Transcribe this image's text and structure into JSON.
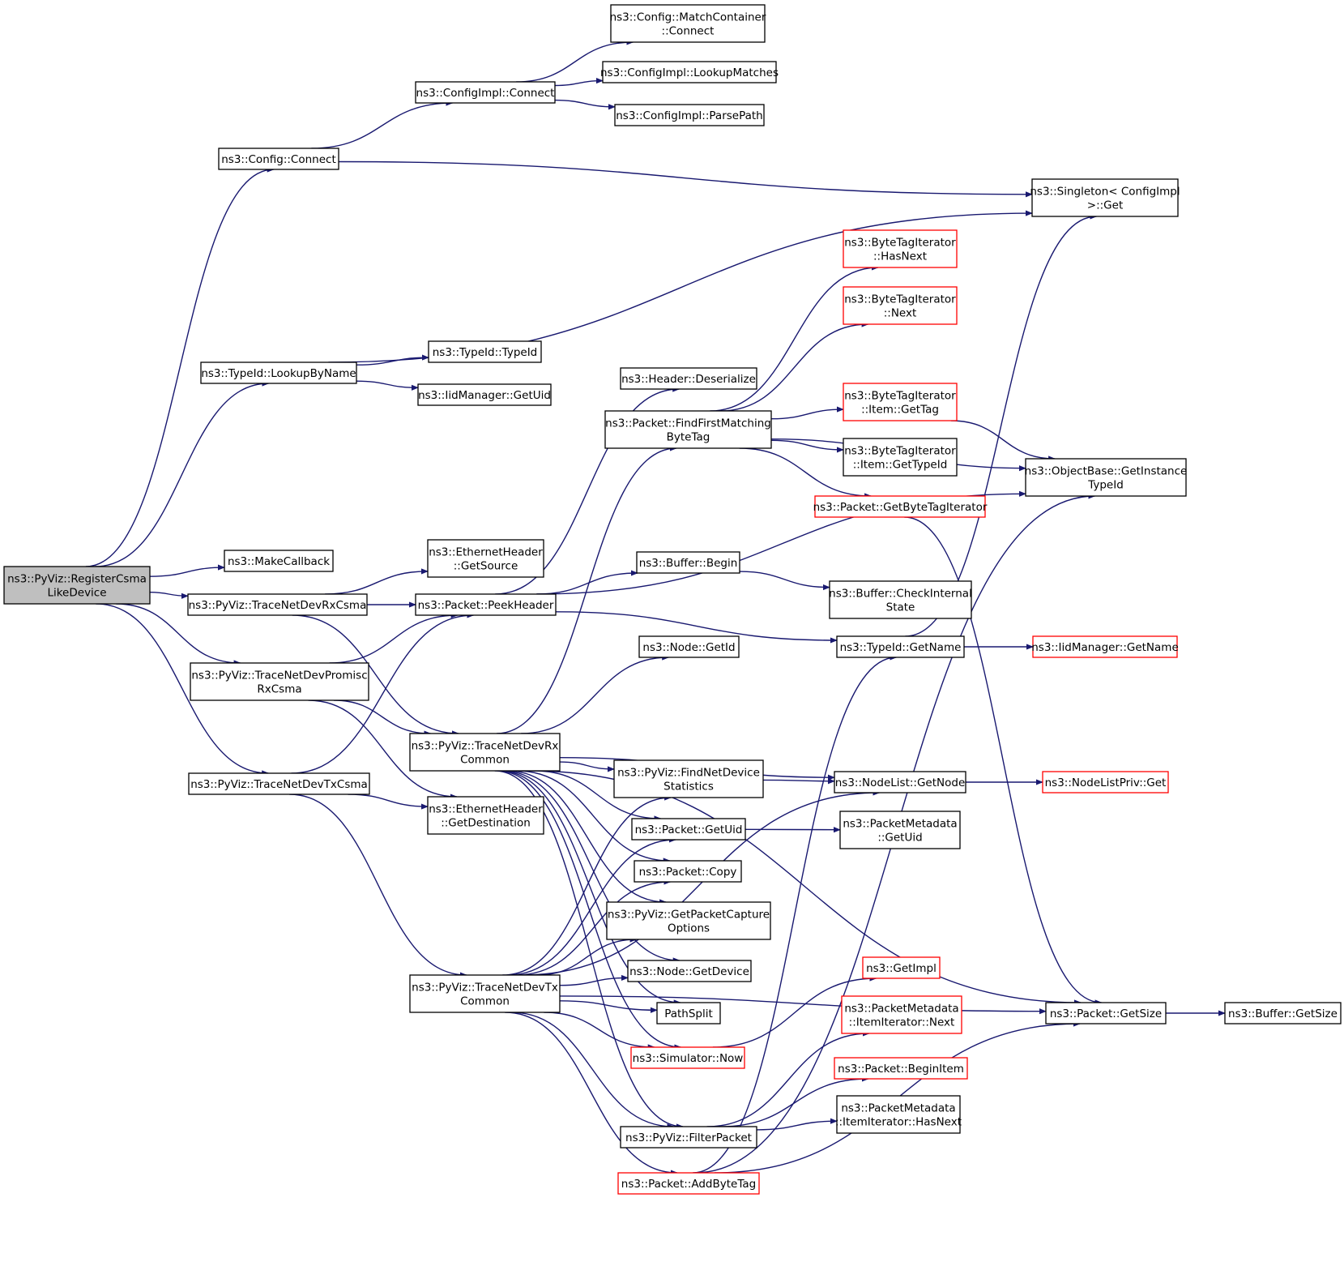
{
  "colors": {
    "edge": "#191970",
    "root_fill": "#bfbfbf",
    "red_border": "#ff0000",
    "border": "#000000"
  },
  "nodes": [
    {
      "id": "root",
      "lines": [
        "ns3::PyViz::RegisterCsma",
        "LikeDevice"
      ],
      "style": "root"
    },
    {
      "id": "cfg_connect",
      "lines": [
        "ns3::Config::Connect"
      ]
    },
    {
      "id": "cfgimpl_connect",
      "lines": [
        "ns3::ConfigImpl::Connect"
      ]
    },
    {
      "id": "mc_connect",
      "lines": [
        "ns3::Config::MatchContainer",
        "::Connect"
      ]
    },
    {
      "id": "lookupmatches",
      "lines": [
        "ns3::ConfigImpl::LookupMatches"
      ]
    },
    {
      "id": "parsepath",
      "lines": [
        "ns3::ConfigImpl::ParsePath"
      ]
    },
    {
      "id": "singleton_get",
      "lines": [
        "ns3::Singleton< ConfigImpl",
        " >::Get"
      ]
    },
    {
      "id": "lookupbyname",
      "lines": [
        "ns3::TypeId::LookupByName"
      ]
    },
    {
      "id": "typeid_typeid",
      "lines": [
        "ns3::TypeId::TypeId"
      ]
    },
    {
      "id": "iid_getuid",
      "lines": [
        "ns3::IidManager::GetUid"
      ]
    },
    {
      "id": "bti_hasnext",
      "lines": [
        "ns3::ByteTagIterator",
        "::HasNext"
      ],
      "style": "red"
    },
    {
      "id": "bti_next",
      "lines": [
        "ns3::ByteTagIterator",
        "::Next"
      ],
      "style": "red"
    },
    {
      "id": "hdr_deser",
      "lines": [
        "ns3::Header::Deserialize"
      ]
    },
    {
      "id": "findfirst",
      "lines": [
        "ns3::Packet::FindFirstMatching",
        "ByteTag"
      ]
    },
    {
      "id": "bti_gettag",
      "lines": [
        "ns3::ByteTagIterator",
        "::Item::GetTag"
      ],
      "style": "red"
    },
    {
      "id": "bti_gettypeid",
      "lines": [
        "ns3::ByteTagIterator",
        "::Item::GetTypeId"
      ]
    },
    {
      "id": "getinstancetypeid",
      "lines": [
        "ns3::ObjectBase::GetInstance",
        "TypeId"
      ]
    },
    {
      "id": "getbytetagit",
      "lines": [
        "ns3::Packet::GetByteTagIterator"
      ],
      "style": "red"
    },
    {
      "id": "makecallback",
      "lines": [
        "ns3::MakeCallback"
      ]
    },
    {
      "id": "eth_getsource",
      "lines": [
        "ns3::EthernetHeader",
        "::GetSource"
      ]
    },
    {
      "id": "rxcsma",
      "lines": [
        "ns3::PyViz::TraceNetDevRxCsma"
      ]
    },
    {
      "id": "peekheader",
      "lines": [
        "ns3::Packet::PeekHeader"
      ]
    },
    {
      "id": "buf_begin",
      "lines": [
        "ns3::Buffer::Begin"
      ]
    },
    {
      "id": "buf_checkint",
      "lines": [
        "ns3::Buffer::CheckInternal",
        "State"
      ]
    },
    {
      "id": "typeid_getname",
      "lines": [
        "ns3::TypeId::GetName"
      ]
    },
    {
      "id": "iid_getname",
      "lines": [
        "ns3::IidManager::GetName"
      ],
      "style": "red"
    },
    {
      "id": "promisc",
      "lines": [
        "ns3::PyViz::TraceNetDevPromisc",
        "RxCsma"
      ]
    },
    {
      "id": "node_getid",
      "lines": [
        "ns3::Node::GetId"
      ]
    },
    {
      "id": "rxcommon",
      "lines": [
        "ns3::PyViz::TraceNetDevRx",
        "Common"
      ]
    },
    {
      "id": "findnetdev",
      "lines": [
        "ns3::PyViz::FindNetDevice",
        "Statistics"
      ]
    },
    {
      "id": "nodelist_getnode",
      "lines": [
        "ns3::NodeList::GetNode"
      ]
    },
    {
      "id": "nodelistpriv_get",
      "lines": [
        "ns3::NodeListPriv::Get"
      ],
      "style": "red"
    },
    {
      "id": "txcsma",
      "lines": [
        "ns3::PyViz::TraceNetDevTxCsma"
      ]
    },
    {
      "id": "eth_getdest",
      "lines": [
        "ns3::EthernetHeader",
        "::GetDestination"
      ]
    },
    {
      "id": "pkt_getuid",
      "lines": [
        "ns3::Packet::GetUid"
      ]
    },
    {
      "id": "pm_getuid",
      "lines": [
        "ns3::PacketMetadata",
        "::GetUid"
      ]
    },
    {
      "id": "pkt_copy",
      "lines": [
        "ns3::Packet::Copy"
      ]
    },
    {
      "id": "getcaptureopts",
      "lines": [
        "ns3::PyViz::GetPacketCapture",
        "Options"
      ]
    },
    {
      "id": "node_getdevice",
      "lines": [
        "ns3::Node::GetDevice"
      ]
    },
    {
      "id": "txcommon",
      "lines": [
        "ns3::PyViz::TraceNetDevTx",
        "Common"
      ]
    },
    {
      "id": "getimpl",
      "lines": [
        "ns3::GetImpl"
      ],
      "style": "red"
    },
    {
      "id": "pathsplit",
      "lines": [
        "PathSplit"
      ]
    },
    {
      "id": "pm_it_next",
      "lines": [
        "ns3::PacketMetadata",
        "::ItemIterator::Next"
      ],
      "style": "red"
    },
    {
      "id": "pkt_getsize",
      "lines": [
        "ns3::Packet::GetSize"
      ]
    },
    {
      "id": "buf_getsize",
      "lines": [
        "ns3::Buffer::GetSize"
      ]
    },
    {
      "id": "sim_now",
      "lines": [
        "ns3::Simulator::Now"
      ],
      "style": "red"
    },
    {
      "id": "pkt_beginitem",
      "lines": [
        "ns3::Packet::BeginItem"
      ],
      "style": "red"
    },
    {
      "id": "pm_it_hasnext",
      "lines": [
        "ns3::PacketMetadata",
        "::ItemIterator::HasNext"
      ]
    },
    {
      "id": "filterpacket",
      "lines": [
        "ns3::PyViz::FilterPacket"
      ]
    },
    {
      "id": "addbytetag",
      "lines": [
        "ns3::Packet::AddByteTag"
      ],
      "style": "red"
    }
  ],
  "edges": [
    [
      "root",
      "cfg_connect"
    ],
    [
      "root",
      "lookupbyname"
    ],
    [
      "root",
      "makecallback"
    ],
    [
      "root",
      "rxcsma"
    ],
    [
      "root",
      "promisc"
    ],
    [
      "root",
      "txcsma"
    ],
    [
      "cfg_connect",
      "cfgimpl_connect"
    ],
    [
      "cfg_connect",
      "singleton_get"
    ],
    [
      "cfgimpl_connect",
      "mc_connect"
    ],
    [
      "cfgimpl_connect",
      "lookupmatches"
    ],
    [
      "cfgimpl_connect",
      "parsepath"
    ],
    [
      "lookupbyname",
      "singleton_get"
    ],
    [
      "lookupbyname",
      "typeid_typeid"
    ],
    [
      "lookupbyname",
      "iid_getuid"
    ],
    [
      "rxcsma",
      "eth_getsource"
    ],
    [
      "rxcsma",
      "peekheader"
    ],
    [
      "rxcsma",
      "rxcommon"
    ],
    [
      "promisc",
      "peekheader"
    ],
    [
      "promisc",
      "rxcommon"
    ],
    [
      "promisc",
      "eth_getdest"
    ],
    [
      "txcsma",
      "peekheader"
    ],
    [
      "txcsma",
      "eth_getdest"
    ],
    [
      "txcsma",
      "txcommon"
    ],
    [
      "peekheader",
      "hdr_deser"
    ],
    [
      "peekheader",
      "buf_begin"
    ],
    [
      "peekheader",
      "typeid_getname"
    ],
    [
      "peekheader",
      "getinstancetypeid"
    ],
    [
      "buf_begin",
      "buf_checkint"
    ],
    [
      "typeid_getname",
      "singleton_get"
    ],
    [
      "typeid_getname",
      "iid_getname"
    ],
    [
      "findfirst",
      "bti_hasnext"
    ],
    [
      "findfirst",
      "bti_next"
    ],
    [
      "findfirst",
      "bti_gettag"
    ],
    [
      "findfirst",
      "bti_gettypeid"
    ],
    [
      "findfirst",
      "getinstancetypeid"
    ],
    [
      "findfirst",
      "getbytetagit"
    ],
    [
      "bti_gettag",
      "getinstancetypeid"
    ],
    [
      "getbytetagit",
      "pkt_getsize"
    ],
    [
      "rxcommon",
      "node_getid"
    ],
    [
      "rxcommon",
      "findfirst"
    ],
    [
      "rxcommon",
      "findnetdev"
    ],
    [
      "rxcommon",
      "nodelist_getnode"
    ],
    [
      "rxcommon",
      "pkt_getuid"
    ],
    [
      "rxcommon",
      "pkt_copy"
    ],
    [
      "rxcommon",
      "getcaptureopts"
    ],
    [
      "rxcommon",
      "node_getdevice"
    ],
    [
      "rxcommon",
      "pathsplit"
    ],
    [
      "rxcommon",
      "sim_now"
    ],
    [
      "rxcommon",
      "filterpacket"
    ],
    [
      "rxcommon",
      "pkt_getsize"
    ],
    [
      "findnetdev",
      "nodelist_getnode"
    ],
    [
      "nodelist_getnode",
      "nodelistpriv_get"
    ],
    [
      "pkt_getuid",
      "pm_getuid"
    ],
    [
      "txcommon",
      "findnetdev"
    ],
    [
      "txcommon",
      "pkt_getuid"
    ],
    [
      "txcommon",
      "pkt_copy"
    ],
    [
      "txcommon",
      "getcaptureopts"
    ],
    [
      "txcommon",
      "node_getdevice"
    ],
    [
      "txcommon",
      "pathsplit"
    ],
    [
      "txcommon",
      "sim_now"
    ],
    [
      "txcommon",
      "filterpacket"
    ],
    [
      "txcommon",
      "addbytetag"
    ],
    [
      "txcommon",
      "nodelist_getnode"
    ],
    [
      "txcommon",
      "pkt_getsize"
    ],
    [
      "sim_now",
      "getimpl"
    ],
    [
      "filterpacket",
      "pm_it_next"
    ],
    [
      "filterpacket",
      "pkt_beginitem"
    ],
    [
      "filterpacket",
      "pm_it_hasnext"
    ],
    [
      "addbytetag",
      "typeid_getname"
    ],
    [
      "addbytetag",
      "getinstancetypeid"
    ],
    [
      "addbytetag",
      "pkt_getsize"
    ],
    [
      "pkt_getsize",
      "buf_getsize"
    ]
  ]
}
